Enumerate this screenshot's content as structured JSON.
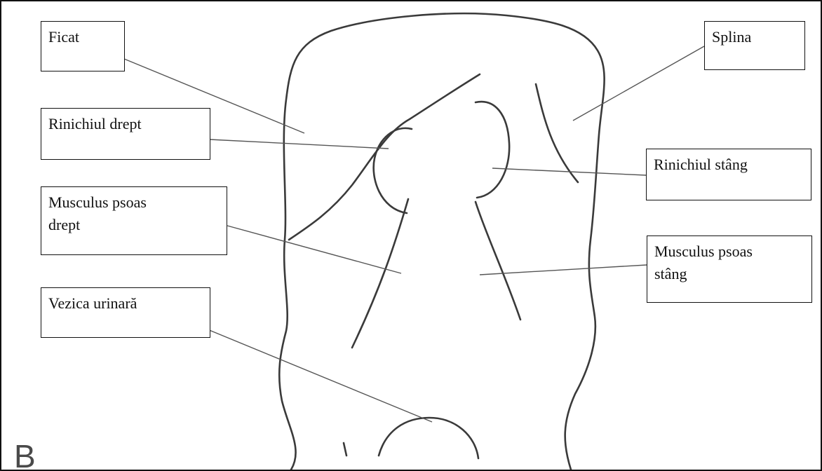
{
  "labels": {
    "ficat": "Ficat",
    "splina": "Splina",
    "rinichiul_drept": "Rinichiul drept",
    "rinichiul_stang": "Rinichiul stâng",
    "psoas_drept": "Musculus psoas\ndrept",
    "psoas_stang": "Musculus psoas\nstâng",
    "vezica": "Vezica urinară"
  },
  "panel_letter": "B",
  "colors": {
    "line": "#111111",
    "sketch": "#3a3a3a",
    "leader": "#555555"
  }
}
